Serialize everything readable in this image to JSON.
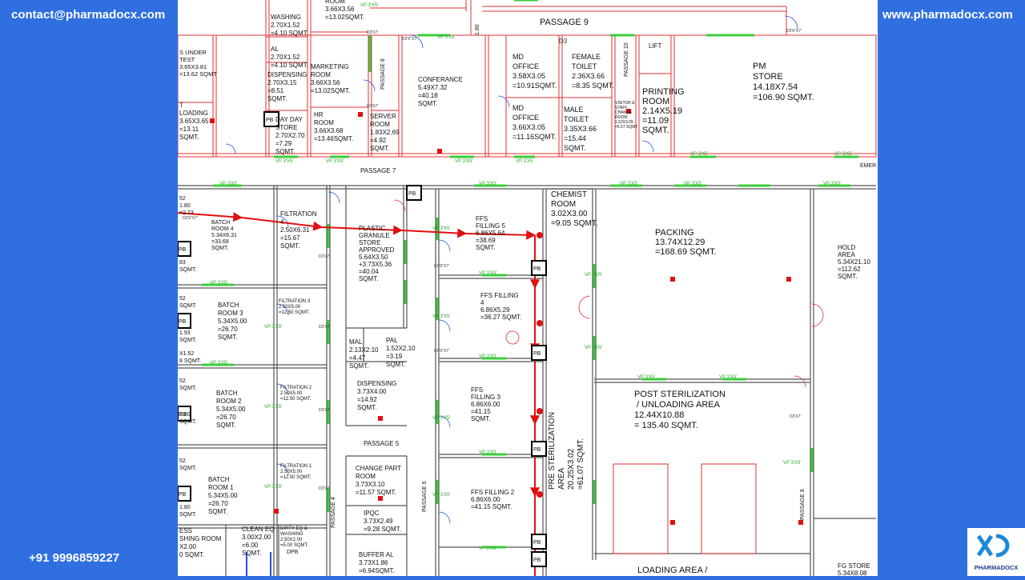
{
  "header": {
    "email": "contact@pharmadocx.com",
    "website": "www.pharmadocx.com",
    "phone": "+91 9996859227",
    "logo_text": "PHARMADOCX"
  },
  "plan": {
    "passages": [
      "PASSAGE 9",
      "PASSAGE 7",
      "PASSAGE 5",
      "PASSAGE 4",
      "PASSAGE 6",
      "PASSAGE 8",
      "PASSAGE 8",
      "PASSAGE 10"
    ],
    "emer": "EMER",
    "rooms": [
      {
        "lines": [
          "WASHING",
          "2.70X1.52",
          "=4.10 SQMT."
        ]
      },
      {
        "lines": [
          "ROOM",
          "3.66X3.56",
          "=13.02SQMT."
        ]
      },
      {
        "lines": [
          "S UNDER",
          "TEST",
          "3.65X3.81",
          "=13.62 SQMT"
        ]
      },
      {
        "lines": [
          "AL",
          "2.70X1.52",
          "=4.10 SQMT."
        ]
      },
      {
        "lines": [
          "DISPENSING",
          "2.70X3.15",
          "=8.51",
          "SQMT."
        ]
      },
      {
        "lines": [
          "MARKETING",
          "ROOM",
          "3.66X3.56",
          "=13.02SQMT."
        ]
      },
      {
        "lines": [
          "CONFERANCE",
          "5.49X7.32",
          "=40.18",
          "SQMT."
        ]
      },
      {
        "lines": [
          "MD",
          "OFFICE",
          "3.58X3.05",
          "=10.91SQMT."
        ]
      },
      {
        "lines": [
          "FEMALE",
          "TOILET",
          "2.36X3.66",
          "=8.35 SQMT."
        ]
      },
      {
        "lines": [
          "LIFT"
        ]
      },
      {
        "lines": [
          "PM",
          "STORE",
          "14.18X7.54",
          "=106.90 SQMT."
        ]
      },
      {
        "lines": [
          "T",
          "LOADING",
          "3.65X3.65",
          "=13.11",
          "SQMT."
        ]
      },
      {
        "lines": [
          "DAY DAY",
          "STORE",
          "2.70X2.70",
          "=7.29",
          "SQMT."
        ]
      },
      {
        "lines": [
          "HR",
          "ROOM",
          "3.66X3.68",
          "=13.46SQMT."
        ]
      },
      {
        "lines": [
          "SERVER",
          "ROOM",
          "1.83X2.69",
          "=4.92",
          "SQMT."
        ]
      },
      {
        "lines": [
          "MD",
          "OFFICE",
          "3.66X3.05",
          "=11.16SQMT."
        ]
      },
      {
        "lines": [
          "MALE",
          "TOILET",
          "3.35X3.66",
          "=15.44",
          "SQMT."
        ]
      },
      {
        "lines": [
          "PRINTING",
          "ROOM",
          "2.14X5.19",
          "=11.09",
          "SQMT."
        ]
      },
      {
        "lines": [
          "VISITOR &",
          "STAFF",
          "CHANGE",
          "ROOM",
          "1.52X3.65",
          "=5.57 SQMT"
        ]
      },
      {
        "lines": [
          "BATCH",
          "ROOM 4",
          "5.34X6.31",
          "=33.68",
          "SQMT."
        ]
      },
      {
        "lines": [
          "FILTRATION",
          "4",
          "2.50X6.31",
          "=15.67",
          "SQMT."
        ]
      },
      {
        "lines": [
          "PLASTIC",
          "GRANULE",
          "STORE",
          "APPROVED",
          "5.64X3.50",
          "+3.73X5.36",
          "=40.04",
          "SQMT."
        ]
      },
      {
        "lines": [
          "FFS",
          "FILLING 5",
          "6.86X5.64",
          "=38.69",
          "SQMT."
        ]
      },
      {
        "lines": [
          "CHEMIST",
          "ROOM",
          "3.02X3.00",
          "=9.05 SQMT."
        ]
      },
      {
        "lines": [
          "PACKING",
          "13.74X12.29",
          "=168.69 SQMT."
        ]
      },
      {
        "lines": [
          "HOLD",
          "AREA",
          "5.34X21.10",
          "=112.62",
          "SQMT."
        ]
      },
      {
        "lines": [
          "BATCH",
          "ROOM 3",
          "5.34X5.00",
          "=26.70",
          "SQMT."
        ]
      },
      {
        "lines": [
          "FILTRATION 3",
          "2.50X5.00",
          "=12.50 SQMT."
        ]
      },
      {
        "lines": [
          "FFS FILLING",
          "4",
          "6.86X5.29",
          "=36.27 SQMT."
        ]
      },
      {
        "lines": [
          "MAL",
          "2.13X2.10",
          "=4.47",
          "SQMT."
        ]
      },
      {
        "lines": [
          "PAL",
          "1.52X2.10",
          "=3.19",
          "SQMT."
        ]
      },
      {
        "lines": [
          "DISPENSING",
          "3.73X4.00",
          "=14.92",
          "SQMT."
        ]
      },
      {
        "lines": [
          "BATCH",
          "ROOM 2",
          "5.34X5.00",
          "=26.70",
          "SQMT."
        ]
      },
      {
        "lines": [
          "FILTRATION 2",
          "2.50X5.00",
          "=12.50 SQMT."
        ]
      },
      {
        "lines": [
          "FFS",
          "FILLING 3",
          "6.86X6.00",
          "=41.15",
          "SQMT."
        ]
      },
      {
        "lines": [
          "POST  STERILIZATION",
          " / UNLOADING AREA",
          "12.44X10.88",
          "= 135.40 SQMT."
        ]
      },
      {
        "lines": [
          "PRE STERILIZATION",
          "AREA",
          "20.25X3.02",
          "=61.07 SQMT."
        ]
      },
      {
        "lines": [
          "BATCH",
          "ROOM 1",
          "5.34X5.00",
          "=26.70",
          "SQMT."
        ]
      },
      {
        "lines": [
          "FILTRATION 1",
          "2.50X5.00",
          "=12.50 SQMT."
        ]
      },
      {
        "lines": [
          "CHANGE PART",
          "ROOM",
          "3.73X3.10",
          "=11.57  SQMT."
        ]
      },
      {
        "lines": [
          "FFS FILLING 2",
          "6.86X6.00",
          "=41.15 SQMT."
        ]
      },
      {
        "lines": [
          "IPQC",
          "3.73X2.49",
          "=9.28 SQMT."
        ]
      },
      {
        "lines": [
          "CLEAN EQ",
          "3.00X2.00",
          "=6.00",
          "SQMT."
        ]
      },
      {
        "lines": [
          "DIRTY EQ &",
          "WASHING",
          "2.50X2.00",
          "=5.00 SQMT."
        ]
      },
      {
        "lines": [
          "ESS",
          "SHING ROOM",
          "X2.00",
          "0 SQMT."
        ]
      },
      {
        "lines": [
          "BUFFER AL",
          "3.73X1.86",
          "=6.94SQMT."
        ]
      },
      {
        "lines": [
          "LOADING AREA /"
        ]
      },
      {
        "lines": [
          "FG STORE",
          "5.34X8.08"
        ]
      },
      {
        "lines": [
          "52",
          "1.80",
          "=2.73"
        ]
      },
      {
        "lines": [
          "83",
          "SQMT."
        ]
      },
      {
        "lines": [
          "52",
          "SQMT."
        ]
      },
      {
        "lines": [
          "1.93",
          "SQMT."
        ]
      },
      {
        "lines": [
          "X1.52",
          "8 SQMT."
        ]
      },
      {
        "lines": [
          "52",
          "SQMT."
        ]
      },
      {
        "lines": [
          "1.80",
          "SQMT."
        ]
      },
      {
        "lines": [
          "52",
          "SQMT."
        ]
      },
      {
        "lines": [
          "1.80",
          "SQMT."
        ]
      }
    ],
    "vp_labels": [
      "VP 3'X5'"
    ],
    "door_label": "D3'X7'",
    "door_label2": "D2'6\"X7'",
    "door_label3": "D3",
    "pb": "PB",
    "dpb": "DPB",
    "height_mark": "1.80"
  }
}
